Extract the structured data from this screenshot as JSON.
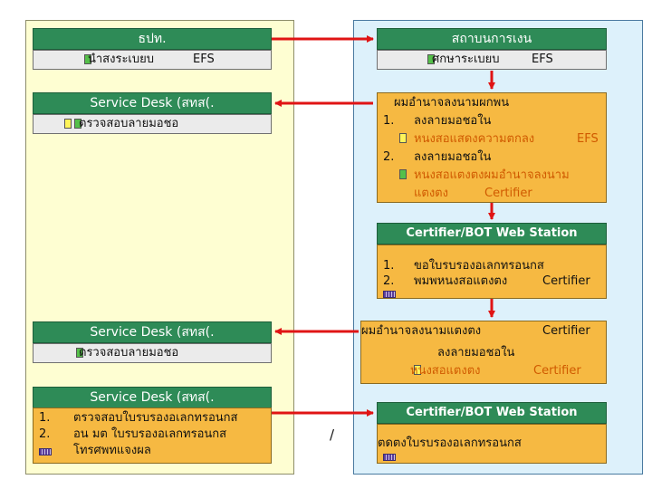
{
  "left": {
    "box1": {
      "title": "ธปท.",
      "row": "นำสงระเบยบ",
      "row_tag": "EFS"
    },
    "box2": {
      "title": "Service Desk (สทส(.",
      "row": "ตรวจสอบลายมอชอ"
    },
    "box3": {
      "title": "Service Desk (สทส(.",
      "row": "ตรวจสอบลายมอชอ"
    },
    "box4": {
      "title": "Service Desk (สทส(.",
      "items": [
        {
          "num": "1.",
          "text": "ตรวจสอบใบรบรองอเลกทรอนกส"
        },
        {
          "num": "2.",
          "text": "อน มต       ใบรบรองอเลกทรอนกส"
        },
        {
          "num": "",
          "text": "โทรศพทแจงผล"
        }
      ]
    }
  },
  "right": {
    "box1": {
      "title": "สถาบนการเงน",
      "row": "ศกษาระเบยบ",
      "row_tag": "EFS"
    },
    "box2": {
      "title": "ผมอำนาจลงนามผกพน",
      "line1_num": "1.",
      "line1": "ลงลายมอชอใน",
      "line2": "หนงสอแสดงความตกลง",
      "line2_tag": "EFS",
      "line3_num": "2.",
      "line3": "ลงลายมอชอใน",
      "line4": "หนงสอแตงตงผมอำนาจลงนาม",
      "line5": "แตงตง",
      "line5_tag": "Certifier"
    },
    "box3": {
      "title": "Certifier/BOT Web Station",
      "items": [
        {
          "num": "1.",
          "text": "ขอใบรบรองอเลกทรอนกส",
          "tag": ""
        },
        {
          "num": "2.",
          "text": "พมพหนงสอแตงตง",
          "tag": "Certifier"
        }
      ]
    },
    "box4": {
      "line1": "ผมอำนาจลงนามแตงตง",
      "line1_tag": "Certifier",
      "line2": "ลงลายมอชอใน",
      "line3": "หนงสอแตงตง",
      "line3_tag": "Certifier"
    },
    "box5": {
      "title": "Certifier/BOT Web Station",
      "text": "ตดตงใบรบรองอเลกทรอนกส"
    }
  },
  "slash": "/",
  "colors": {
    "header_green": "#2e8b57",
    "arrow_red": "#e01414",
    "left_bg": "#fefed2",
    "right_bg": "#ddf1fb",
    "orange": "#f6b942"
  }
}
